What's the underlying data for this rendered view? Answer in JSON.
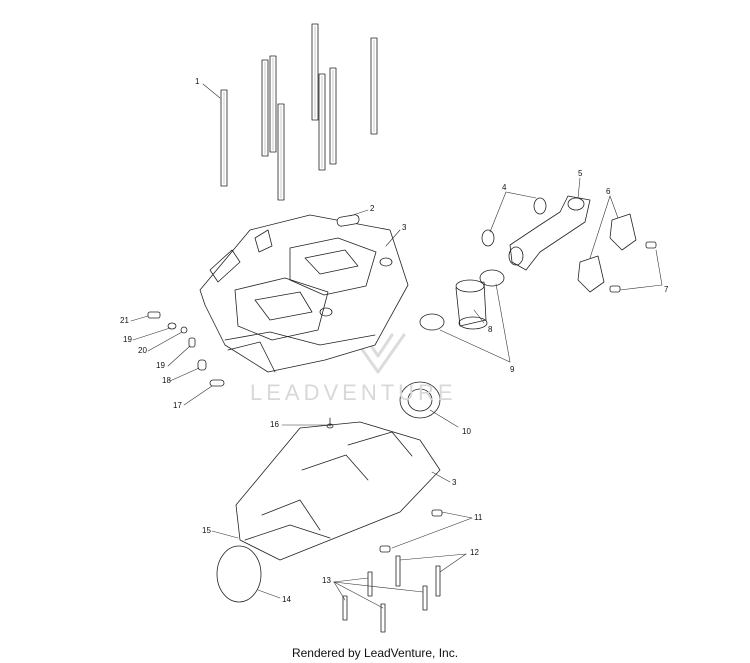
{
  "diagram": {
    "watermark": "LEADVENTURE",
    "footer": "Rendered by LeadVenture, Inc.",
    "callouts": {
      "c1": "1",
      "c2": "2",
      "c3a": "3",
      "c3b": "3",
      "c4": "4",
      "c5": "5",
      "c6": "6",
      "c7": "7",
      "c8": "8",
      "c9": "9",
      "c10": "10",
      "c11": "11",
      "c12": "12",
      "c13": "13",
      "c14": "14",
      "c15": "15",
      "c16": "16",
      "c17": "17",
      "c18": "18",
      "c19a": "19",
      "c19b": "19",
      "c20": "20",
      "c21": "21"
    }
  }
}
